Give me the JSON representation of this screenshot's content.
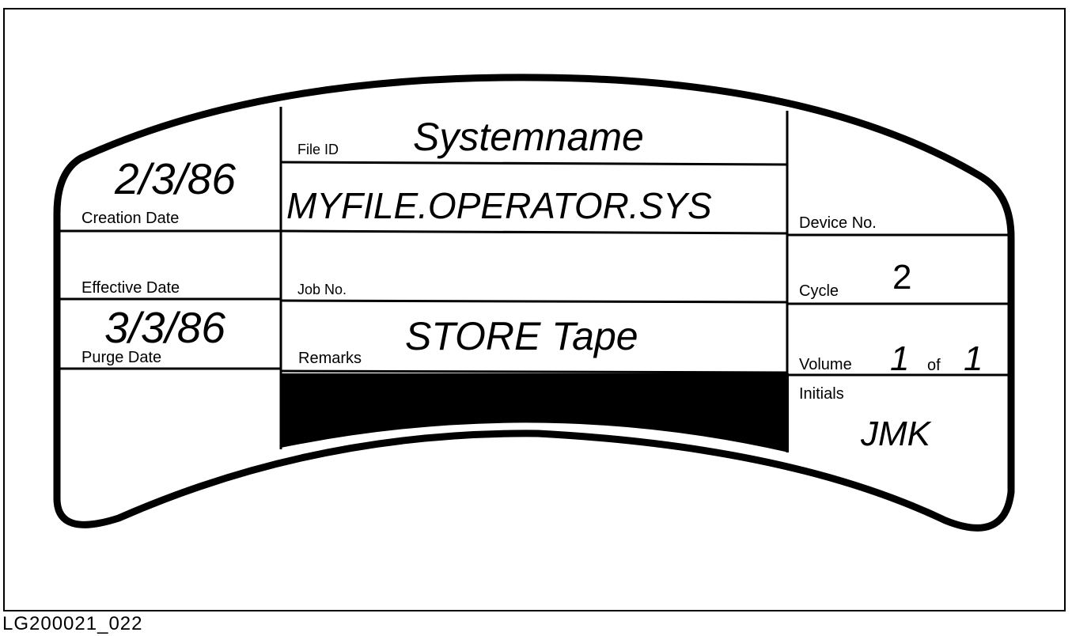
{
  "figure_id": "LG200021_022",
  "label": {
    "creation_date": {
      "label": "Creation Date",
      "value": "2/3/86"
    },
    "effective_date": {
      "label": "Effective Date",
      "value": ""
    },
    "purge_date": {
      "label": "Purge Date",
      "value": "3/3/86"
    },
    "file_id": {
      "label": "File ID",
      "system": "Systemname",
      "value": "MYFILE.OPERATOR.SYS"
    },
    "job_no": {
      "label": "Job No.",
      "value": ""
    },
    "remarks": {
      "label": "Remarks",
      "value": "STORE Tape"
    },
    "device_no": {
      "label": "Device No.",
      "value": ""
    },
    "cycle": {
      "label": "Cycle",
      "value": "2"
    },
    "volume": {
      "label": "Volume",
      "number": "1",
      "of_label": "of",
      "total": "1"
    },
    "initials": {
      "label": "Initials",
      "value": "JMK"
    }
  },
  "colors": {
    "ink": "#000000",
    "paper": "#ffffff"
  }
}
